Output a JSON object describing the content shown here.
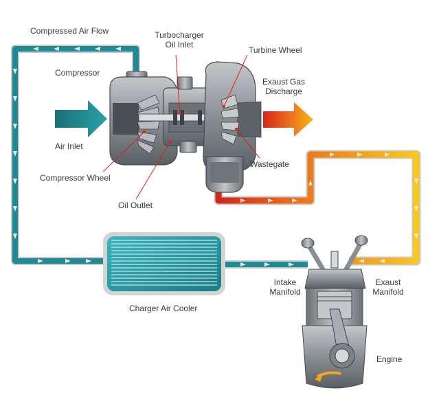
{
  "labels": {
    "compressed_air_flow": "Compressed Air Flow",
    "turbo_oil_inlet_1": "Turbocharger",
    "turbo_oil_inlet_2": "Oil Inlet",
    "turbine_wheel": "Turbine Wheel",
    "compressor": "Compressor",
    "exhaust_gas_1": "Exaust Gas",
    "exhaust_gas_2": "Discharge",
    "air_inlet": "Air Inlet",
    "compressor_wheel": "Compressor Wheel",
    "wastegate": "Wastegate",
    "oil_outlet": "Oil Outlet",
    "charger_air_cooler": "Charger Air Cooler",
    "intake_manifold_1": "Intake",
    "intake_manifold_2": "Manifold",
    "exhaust_manifold_1": "Exaust",
    "exhaust_manifold_2": "Manifold",
    "engine": "Engine"
  },
  "colors": {
    "compressed_air": "#1f8a93",
    "exhaust_hot": "#d4261c",
    "exhaust_warm": "#f7c21b",
    "pipe_outline": "#c9c9c9",
    "housing": "#8a8f94",
    "label_text": "#3a3a3a",
    "pointer": "#e0201a"
  },
  "icons": {
    "air_inlet_arrow": "arrow-right-icon",
    "exhaust_arrow": "arrow-right-icon"
  }
}
